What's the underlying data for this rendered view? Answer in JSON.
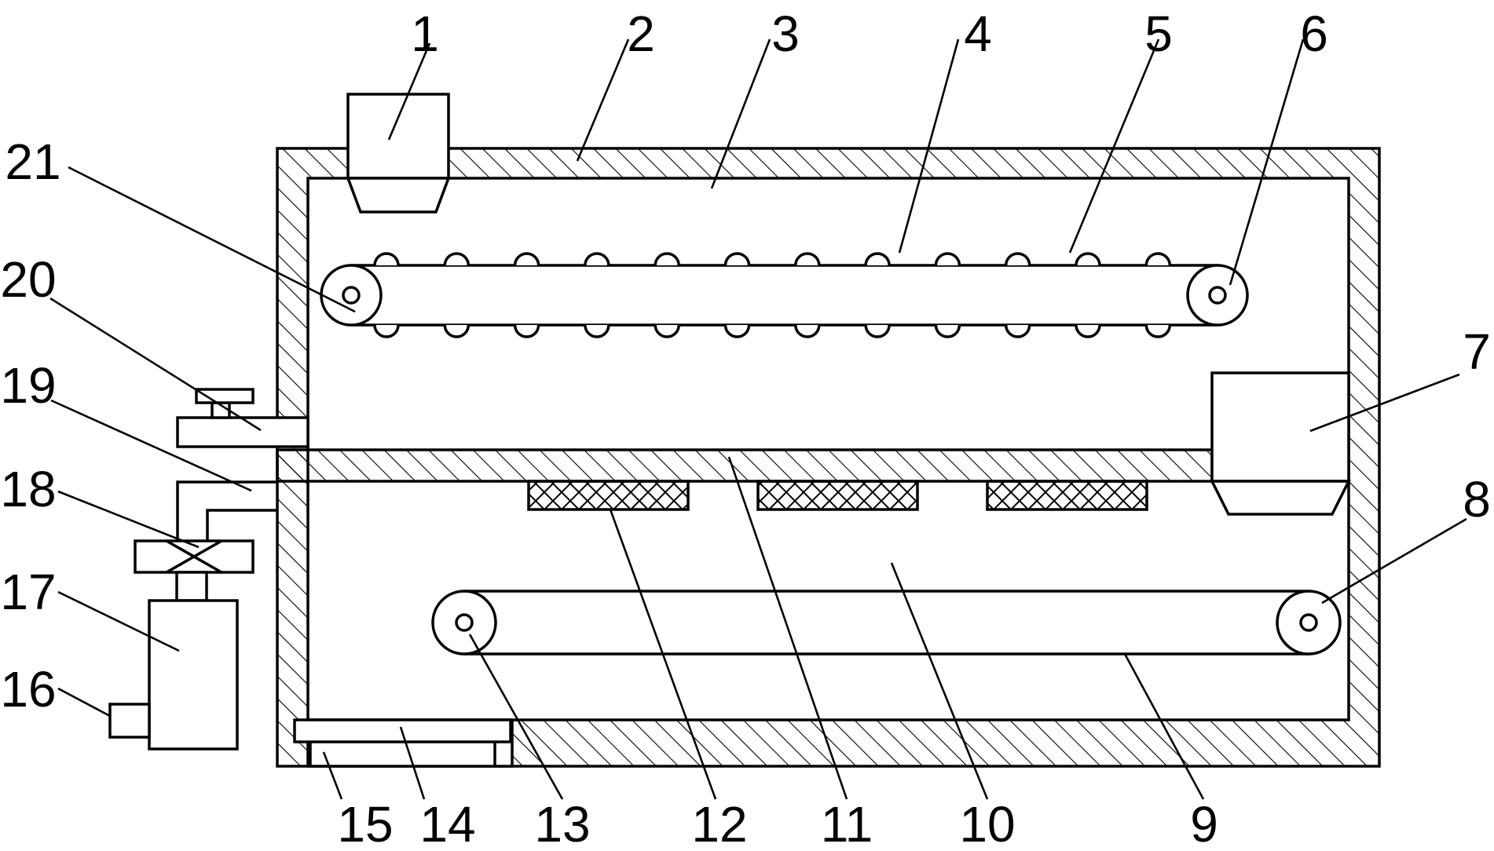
{
  "labels": [
    "1",
    "2",
    "3",
    "4",
    "5",
    "6",
    "7",
    "8",
    "9",
    "10",
    "11",
    "12",
    "13",
    "14",
    "15",
    "16",
    "17",
    "18",
    "19",
    "20",
    "21"
  ]
}
